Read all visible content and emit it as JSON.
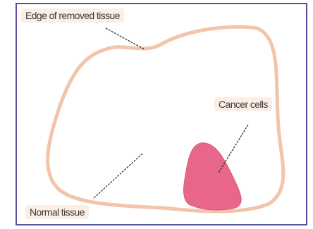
{
  "diagram": {
    "labels": {
      "edge": "Edge of removed tissue",
      "cancer": "Cancer cells",
      "normal": "Normal tissue"
    },
    "colors": {
      "border": "#5f4ea0",
      "tissue_outline": "#f2c4a8",
      "cancer_fill": "#e8668a",
      "label_background": "#fcebe0",
      "pointer_line": "#2a2a2a"
    }
  }
}
